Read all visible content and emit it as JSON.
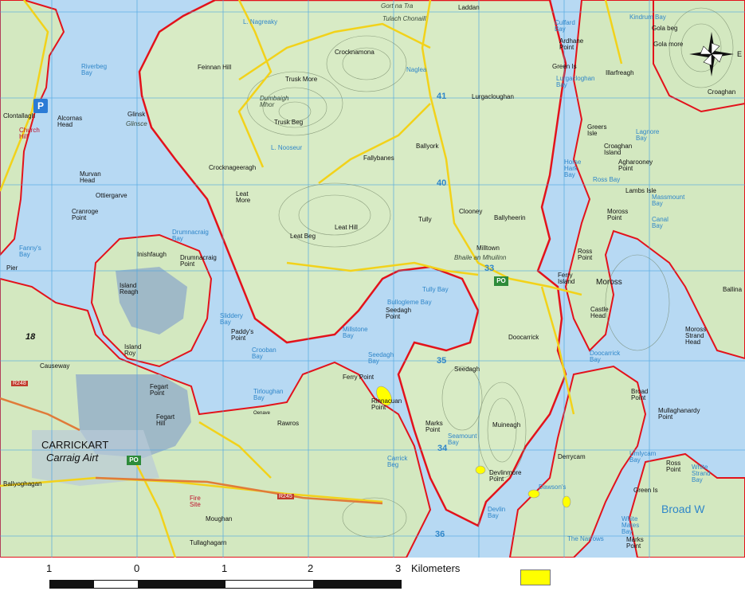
{
  "map": {
    "colors": {
      "water": "#b7d9f3",
      "land": "#d8ebc5",
      "land_alt": "#c9e0b0",
      "coast": "#e3121b",
      "road": "#f2d21a",
      "grid": "#4aa3e0",
      "contour": "#6b7d5f",
      "town": "#b9cbd8",
      "lake": "#9fb9c7"
    },
    "places": {
      "carrickart": "CARRICKART",
      "carraig_airt": "Carraig Airt",
      "broad_water": "Broad W",
      "r248": "R248",
      "r245": "R245",
      "ballyoghagan": "Ballyoghagan",
      "fegart_point": "Fegart Point",
      "fegart_hill": "Fegart Hill",
      "causeway": "Causeway",
      "island_roy": "Island Roy",
      "island_reagh": "Island Reagh",
      "inishfaugh": "Inishfaugh",
      "drumnacraig_point": "Drumnacraig Point",
      "drumnacraig_bay": "Drumnacraig Bay",
      "cranroge_point": "Cranroge Point",
      "murvan_head": "Murvan Head",
      "ottiergarve": "Ottiergarve",
      "alcornas_head": "Alcornas Head",
      "glinsk": "Glinsk",
      "glinsce": "Glinsce",
      "feinnan_hill": "Feinnan Hill",
      "crocknamona": "Crocknamona",
      "trusk_more": "Trusk More",
      "trusk_beg": "Trusk Beg",
      "dumbaigh_mhor": "Dumbaigh Mhor",
      "crocknageeragh": "Crocknageeragh",
      "leat_more": "Leat More",
      "leat_beg": "Leat Beg",
      "leat_hill": "Leat Hill",
      "fallybanes": "Fallybanes",
      "ballyork": "Ballyork",
      "tully": "Tully",
      "clooney": "Clooney",
      "ballyheerin": "Ballyheerin",
      "milltown": "Milltown",
      "bhaile_an_mhuilinn": "Bhaile an Mhuilinn",
      "lurgacloughan": "Lurgacloughan",
      "ardhane_point": "Ardhane Point",
      "green_is_north": "Green Is",
      "illarfreagh": "Illarfreagh",
      "gola_beg": "Gola beg",
      "gola_more": "Gola more",
      "kindrum_bay": "Kindrum Bay",
      "croaghan": "Croaghan",
      "greers_isle": "Greers Isle",
      "croaghan_island": "Croaghan Island",
      "aghaarooney_point": "Agharooney Point",
      "lambs_isle": "Lambs Isle",
      "moross_point": "Moross Point",
      "ross_point_n": "Ross Point",
      "ferry_island": "Ferry Island",
      "moross": "Moross",
      "castle_head": "Castle Head",
      "ballina": "Ballina",
      "moross_strand_head": "Moross Strand Head",
      "doocarrick": "Doocarrick",
      "broad_point": "Broad Point",
      "mullaghanardy_point": "Mullaghanardy Point",
      "ross_point_s": "Ross Point",
      "green_is_south": "Green Is",
      "marks_point_e": "Marks Point",
      "derrycam": "Derrycam",
      "devlinmore_point": "Devlinmore Point",
      "dawsons": "Dawson's",
      "the_narrows": "The Narrows",
      "seedagh": "Seedagh",
      "seedagh_point": "Seedagh Point",
      "muineagh": "Muineagh",
      "marks_point_w": "Marks Point",
      "ferry_point": "Ferry Point",
      "rinnacuan_point": "Rinnacuan Point",
      "rawros": "Rawros",
      "paddys_point": "Paddy's Point",
      "sliddery_bay": "Sliddery Bay",
      "crooban_bay": "Crooban Bay",
      "tirloughan_bay": "Tirloughan Bay",
      "millstone_bay": "Millstone Bay",
      "seedagh_bay": "Seedagh Bay",
      "tully_bay": "Tully Bay",
      "bullogleme_bay": "Bullogleme Bay",
      "carrick_beg": "Carrick Beg",
      "seamount_bay": "Seamount Bay",
      "devlin_bay": "Devlin Bay",
      "white_mares_bay": "White Mares Bay",
      "whitestrand_bay": "White Strand Bay",
      "umlycam_bay": "Umlycam Bay",
      "doocarrick_bay": "Doocarrick Bay",
      "ross_bay": "Ross Bay",
      "massmount_bay": "Massmount Bay",
      "canal_bay": "Canal Bay",
      "horse_hark_bay": "Horse Hark Bay",
      "lagnore_bay": "Lagnore Bay",
      "lurgacloghan_bay": "Lurgacloghan Bay",
      "culfard_bay": "Culfard Bay",
      "riverbeg_bay": "Riverbeg Bay",
      "fannys_bay": "Fanny's Bay",
      "church_hill": "Church Hill",
      "clontallagh": "Clontallagh",
      "pier": "Pier",
      "oenave": "Oenave",
      "moughan": "Moughan",
      "tullaghagarn": "Tullaghagarn",
      "fire_site": "Fire Site",
      "l_nagreaky": "L. Nagreaky",
      "l_naglea": "Naglea",
      "l_nooseur": "L. Nooseur",
      "tulach_chonaill": "Tulach Chonaill",
      "laddan": "Laddan",
      "gort_na_tra": "Gort na Tra",
      "north_e": "E",
      "grid_33": "33",
      "grid_35": "35",
      "grid_34": "34",
      "grid_36": "36",
      "grid_40": "40",
      "grid_41": "41",
      "grid_18": "18",
      "po": "PO",
      "p": "P"
    }
  },
  "scale": {
    "ticks": [
      "1",
      "0",
      "1",
      "2",
      "3"
    ],
    "unit": "Kilometers"
  },
  "legend": {
    "swatch_color": "#ffff00"
  }
}
